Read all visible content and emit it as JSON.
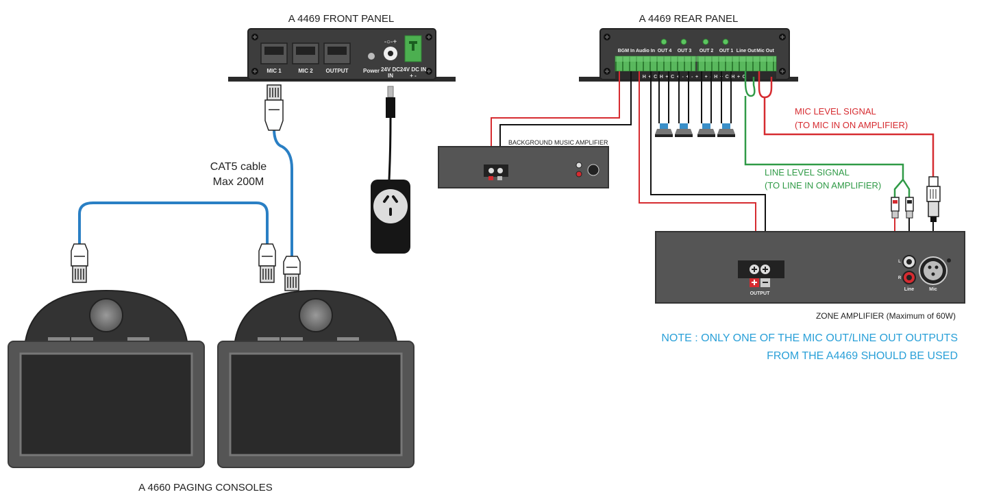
{
  "titles": {
    "front_panel": "A 4469 FRONT PANEL",
    "rear_panel": "A 4469 REAR PANEL",
    "consoles": "A 4660 PAGING CONSOLES",
    "bgm_amp": "BACKGROUND MUSIC AMPLIFIER",
    "zone_amp": "ZONE AMPLIFIER (Maximum of 60W)"
  },
  "cable": {
    "line1": "CAT5 cable",
    "line2": "Max 200M"
  },
  "front_ports": {
    "mic1": "MIC 1",
    "mic2": "MIC 2",
    "output": "OUTPUT",
    "power": "Power",
    "dc_in_a": "24V DC",
    "dc_in_b": "IN",
    "dc_term_a": "24V DC IN",
    "dc_term_b": "+   -"
  },
  "rear_ports": {
    "bgm_in": "BGM In",
    "audio_in": "Audio In",
    "out4": "OUT 4",
    "out3": "OUT 3",
    "out2": "OUT 2",
    "out1": "OUT 1",
    "line_out": "Line Out",
    "mic_out": "Mic Out"
  },
  "signals": {
    "mic_line1": "MIC LEVEL SIGNAL",
    "mic_line2": "(TO MIC IN ON AMPLIFIER)",
    "line_line1": "LINE LEVEL SIGNAL",
    "line_line2": "(TO LINE IN ON AMPLIFIER)"
  },
  "amp_labels": {
    "output": "OUTPUT",
    "line": "Line",
    "mic": "Mic",
    "l": "L",
    "r": "R"
  },
  "note": {
    "line1": "NOTE : ONLY ONE OF THE MIC OUT/LINE OUT OUTPUTS",
    "line2": "FROM THE A4469 SHOULD BE USED"
  },
  "colors": {
    "panel": "#3d3d3d",
    "terminal_green": "#4caf50",
    "cat5_blue": "#2a7fc4",
    "mic_red": "#d62b30",
    "line_green": "#2f9a46",
    "note_blue": "#2aa0d8",
    "speaker_blue": "#3a8fc8"
  }
}
